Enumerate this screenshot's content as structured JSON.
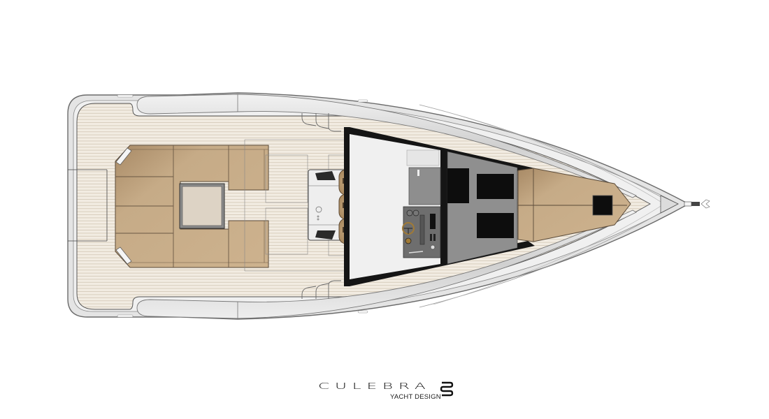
{
  "drawing": {
    "type": "yacht deck plan (top view)",
    "zones": [
      {
        "id": "aft-swim-platform",
        "label": "Aft deck / swim platform"
      },
      {
        "id": "aft-lounge",
        "label": "U-shaped aft sofa lounge with table"
      },
      {
        "id": "helm-bench",
        "label": "Helm bench with 3 seats"
      },
      {
        "id": "helm-console",
        "label": "Helm console with steering wheel"
      },
      {
        "id": "deck-hatches",
        "label": "Foredeck hatches"
      },
      {
        "id": "bow-sunpad",
        "label": "Bow sun pad"
      },
      {
        "id": "anchor",
        "label": "Bow anchor"
      }
    ],
    "seat_count": 3,
    "colors": {
      "teak": "#efe8dc",
      "teak_line": "#d9cfc0",
      "upholstery": "#c7ab85",
      "hull_gray": "#d4d4d4",
      "console_gray": "#8c8c8c",
      "black": "#111111"
    }
  },
  "brand": {
    "name": "CULEBRA",
    "subtitle": "YACHT DESIGN"
  }
}
